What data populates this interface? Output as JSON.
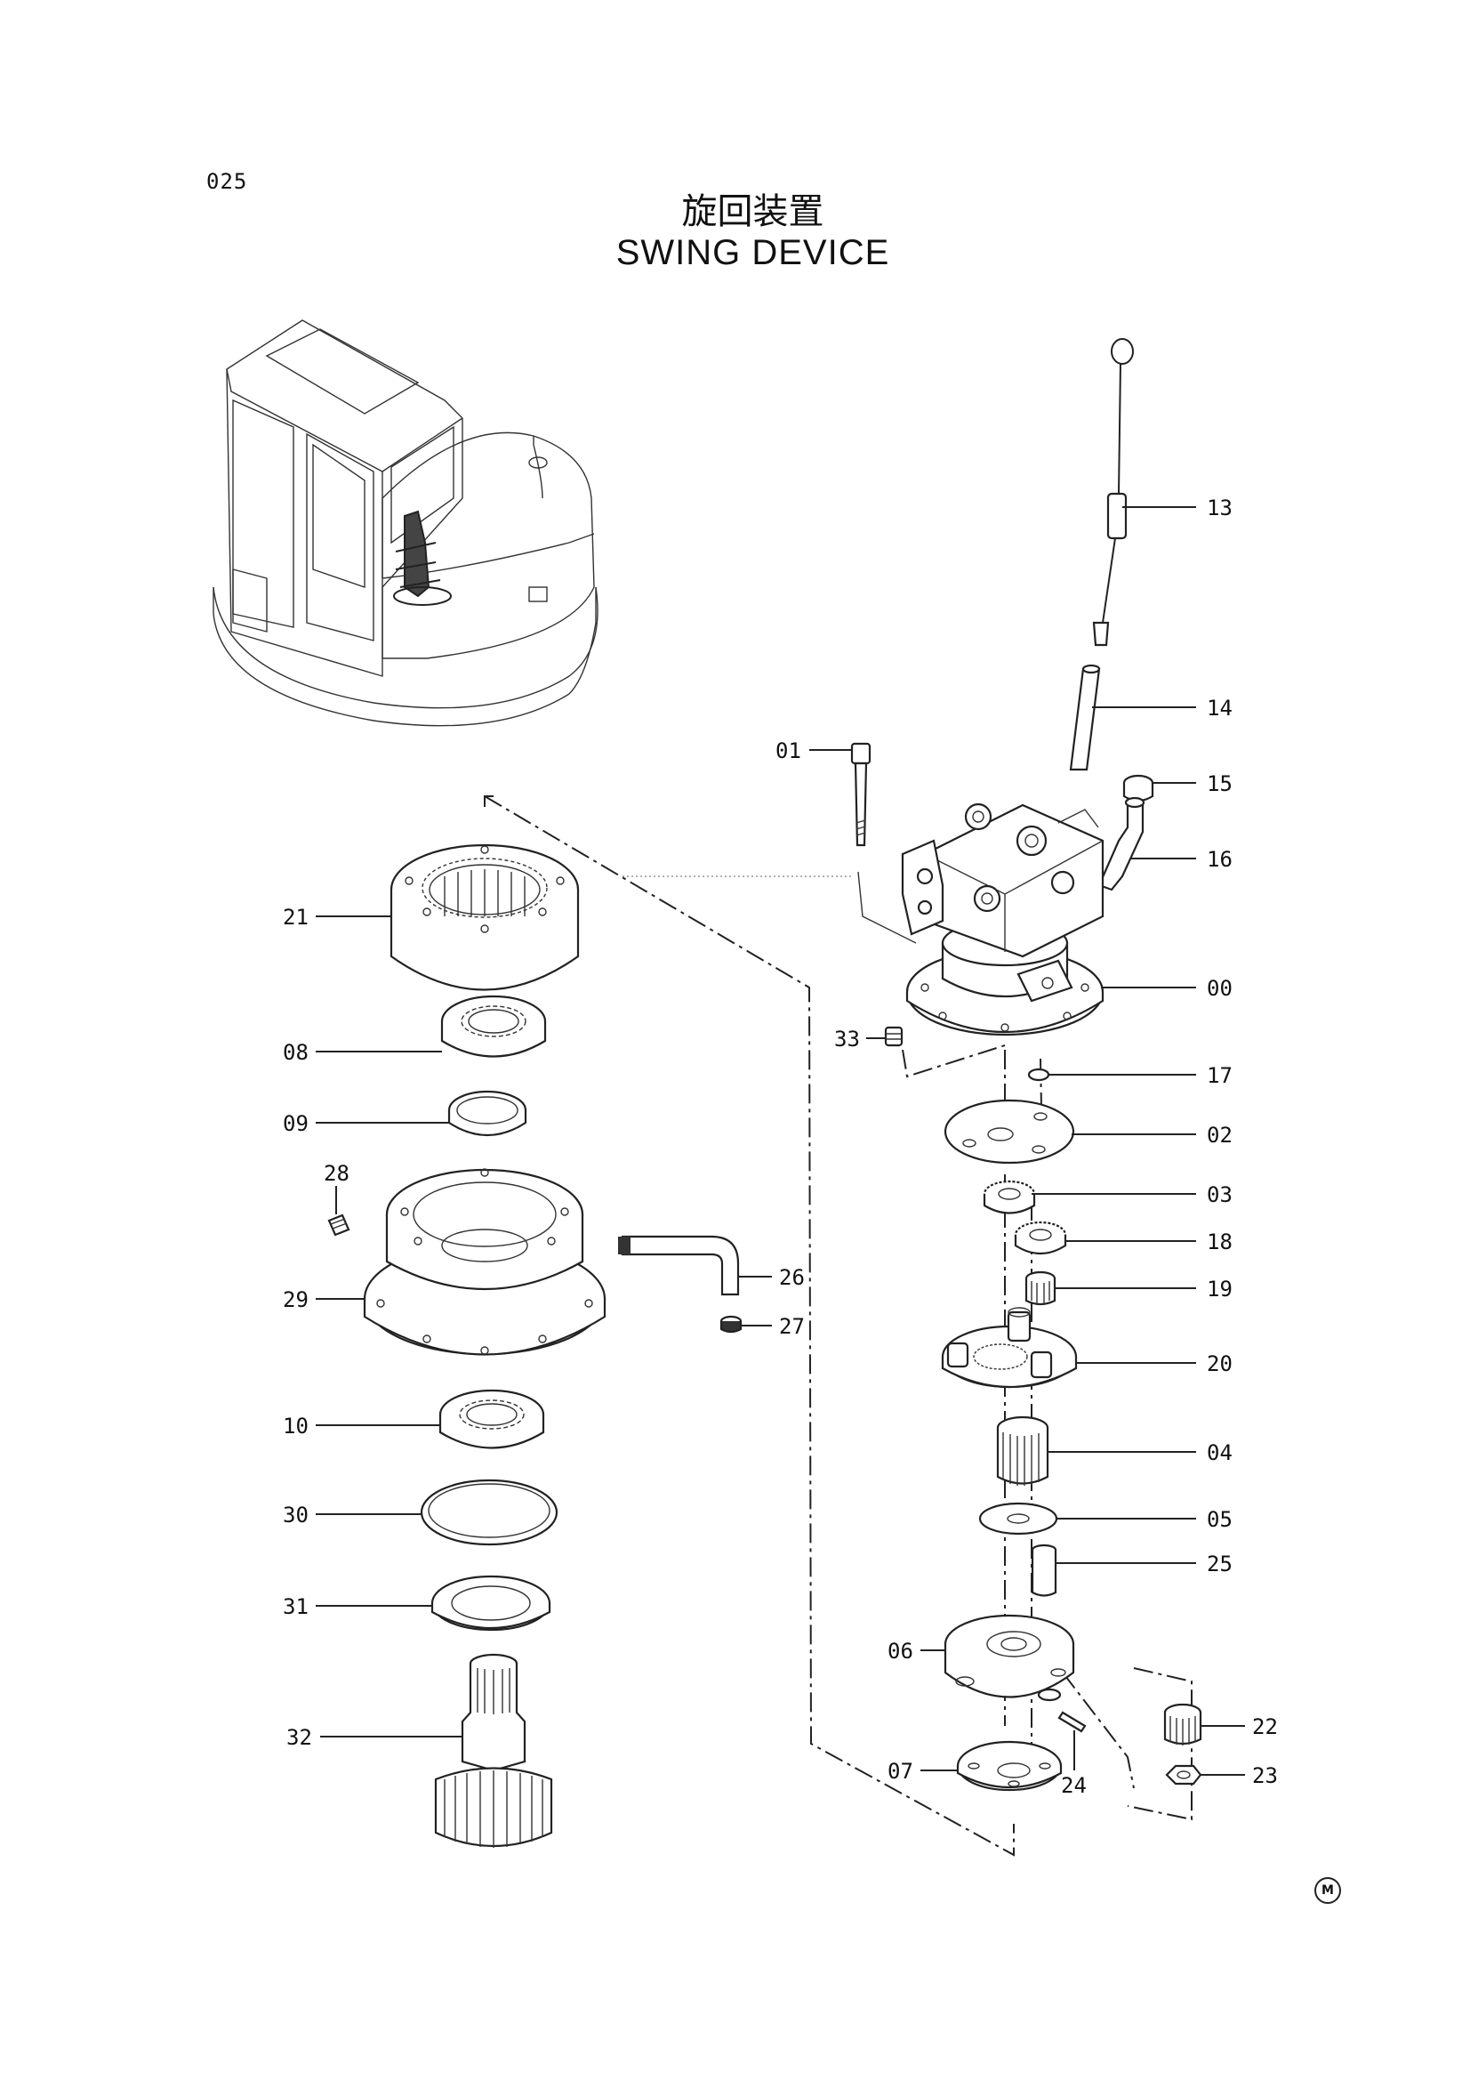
{
  "page": {
    "number": "025"
  },
  "title": {
    "japanese": "旋回装置",
    "english": "SWING  DEVICE"
  },
  "watermark": "M",
  "parts": [
    {
      "id": "13",
      "label": "13"
    },
    {
      "id": "14",
      "label": "14"
    },
    {
      "id": "01",
      "label": "01"
    },
    {
      "id": "15",
      "label": "15"
    },
    {
      "id": "16",
      "label": "16"
    },
    {
      "id": "21",
      "label": "21"
    },
    {
      "id": "00",
      "label": "00"
    },
    {
      "id": "08",
      "label": "08"
    },
    {
      "id": "33",
      "label": "33"
    },
    {
      "id": "17",
      "label": "17"
    },
    {
      "id": "09",
      "label": "09"
    },
    {
      "id": "02",
      "label": "02"
    },
    {
      "id": "28",
      "label": "28"
    },
    {
      "id": "03",
      "label": "03"
    },
    {
      "id": "18",
      "label": "18"
    },
    {
      "id": "26",
      "label": "26"
    },
    {
      "id": "29",
      "label": "29"
    },
    {
      "id": "19",
      "label": "19"
    },
    {
      "id": "27",
      "label": "27"
    },
    {
      "id": "20",
      "label": "20"
    },
    {
      "id": "10",
      "label": "10"
    },
    {
      "id": "04",
      "label": "04"
    },
    {
      "id": "30",
      "label": "30"
    },
    {
      "id": "05",
      "label": "05"
    },
    {
      "id": "25",
      "label": "25"
    },
    {
      "id": "31",
      "label": "31"
    },
    {
      "id": "06",
      "label": "06"
    },
    {
      "id": "22",
      "label": "22"
    },
    {
      "id": "32",
      "label": "32"
    },
    {
      "id": "07",
      "label": "07"
    },
    {
      "id": "23",
      "label": "23"
    },
    {
      "id": "24",
      "label": "24"
    }
  ]
}
